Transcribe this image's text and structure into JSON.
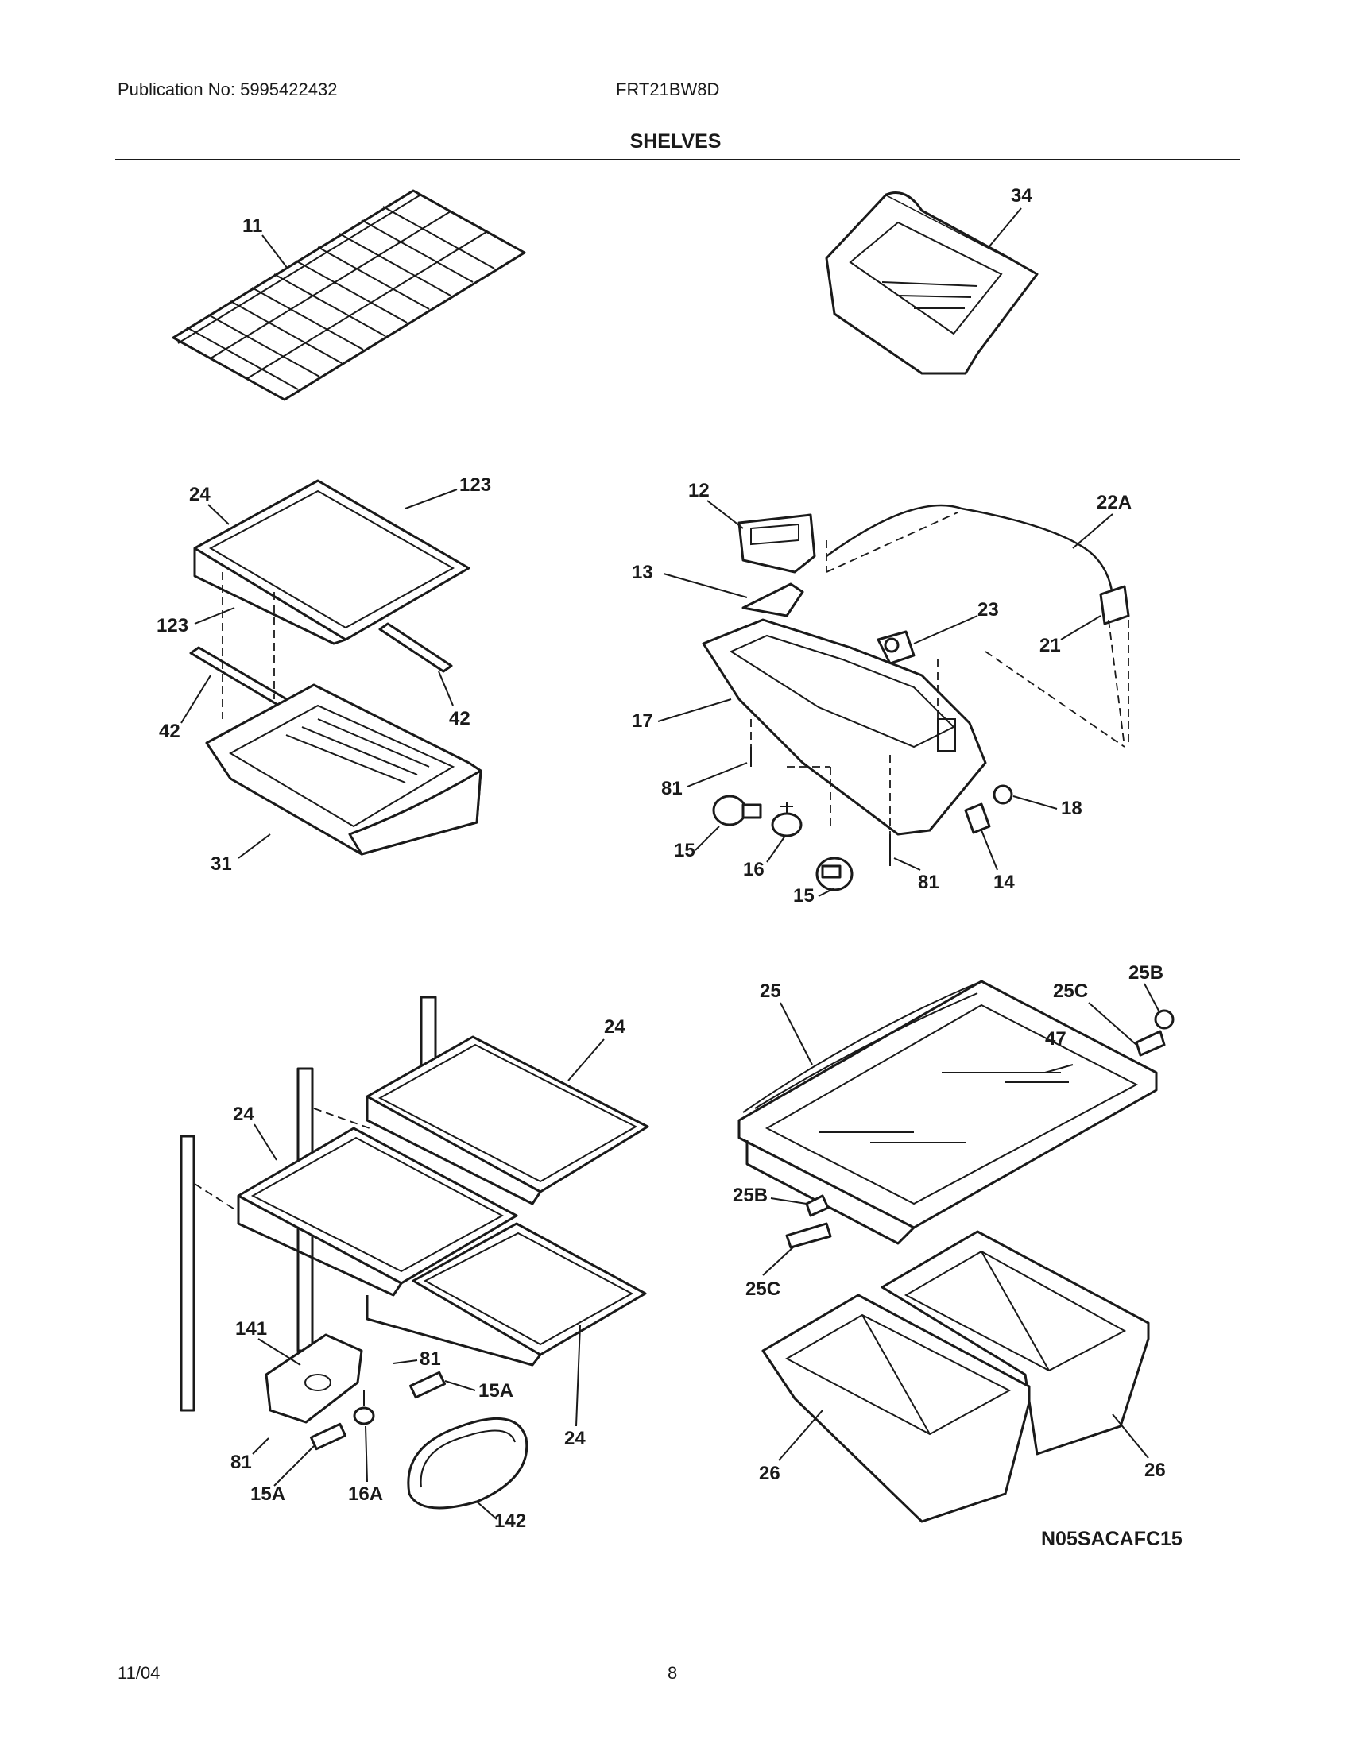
{
  "header": {
    "publication": "Publication No: 5995422432",
    "model": "FRT21BW8D",
    "title": "SHELVES"
  },
  "footer": {
    "date": "11/04",
    "page": "8"
  },
  "figure_code": "N05SACAFC15",
  "callouts": {
    "wire_shelf": "11",
    "bin_top_right": "34",
    "glass_shelf_a": "24",
    "glass_insert_a": "123",
    "glass_insert_b": "123",
    "rail_left": "42",
    "rail_right": "42",
    "crisper_pan": "31",
    "light_shield": "12",
    "lens_clip": "13",
    "light_housing": "17",
    "harness": "22A",
    "thermostat": "23",
    "connector": "21",
    "screw_a": "81",
    "screw_b": "81",
    "bulb_a": "15",
    "bulb_b": "15",
    "socket": "16",
    "switch": "14",
    "button": "18",
    "shelf_upper": "24",
    "shelf_mid": "24",
    "shelf_lower": "24",
    "light_bracket": "141",
    "screw_c": "81",
    "screw_d": "81",
    "bulb_c": "15A",
    "bulb_d": "15A",
    "socket_b": "16A",
    "lens_cover": "142",
    "crisper_cover": "25",
    "cover_bracket_c": "25C",
    "cover_bracket_b": "25B",
    "cover_glass": "47",
    "cover_bracket_b2": "25B",
    "cover_bracket_c2": "25C",
    "drawer_left": "26",
    "drawer_right": "26"
  }
}
